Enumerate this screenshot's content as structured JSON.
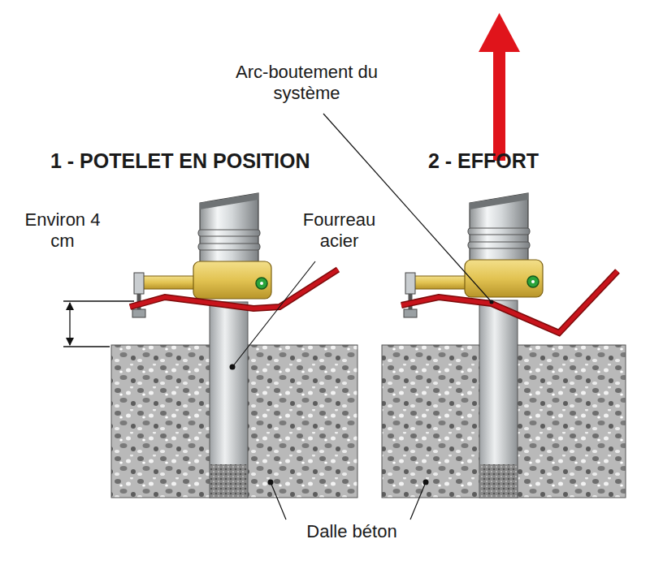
{
  "diagram": {
    "labels": [
      "Arc-boutement du système",
      "1 - POTELET EN POSITION",
      "2 - EFFORT",
      "Environ 4 cm",
      "Fourreau acier",
      "Dalle béton"
    ]
  }
}
